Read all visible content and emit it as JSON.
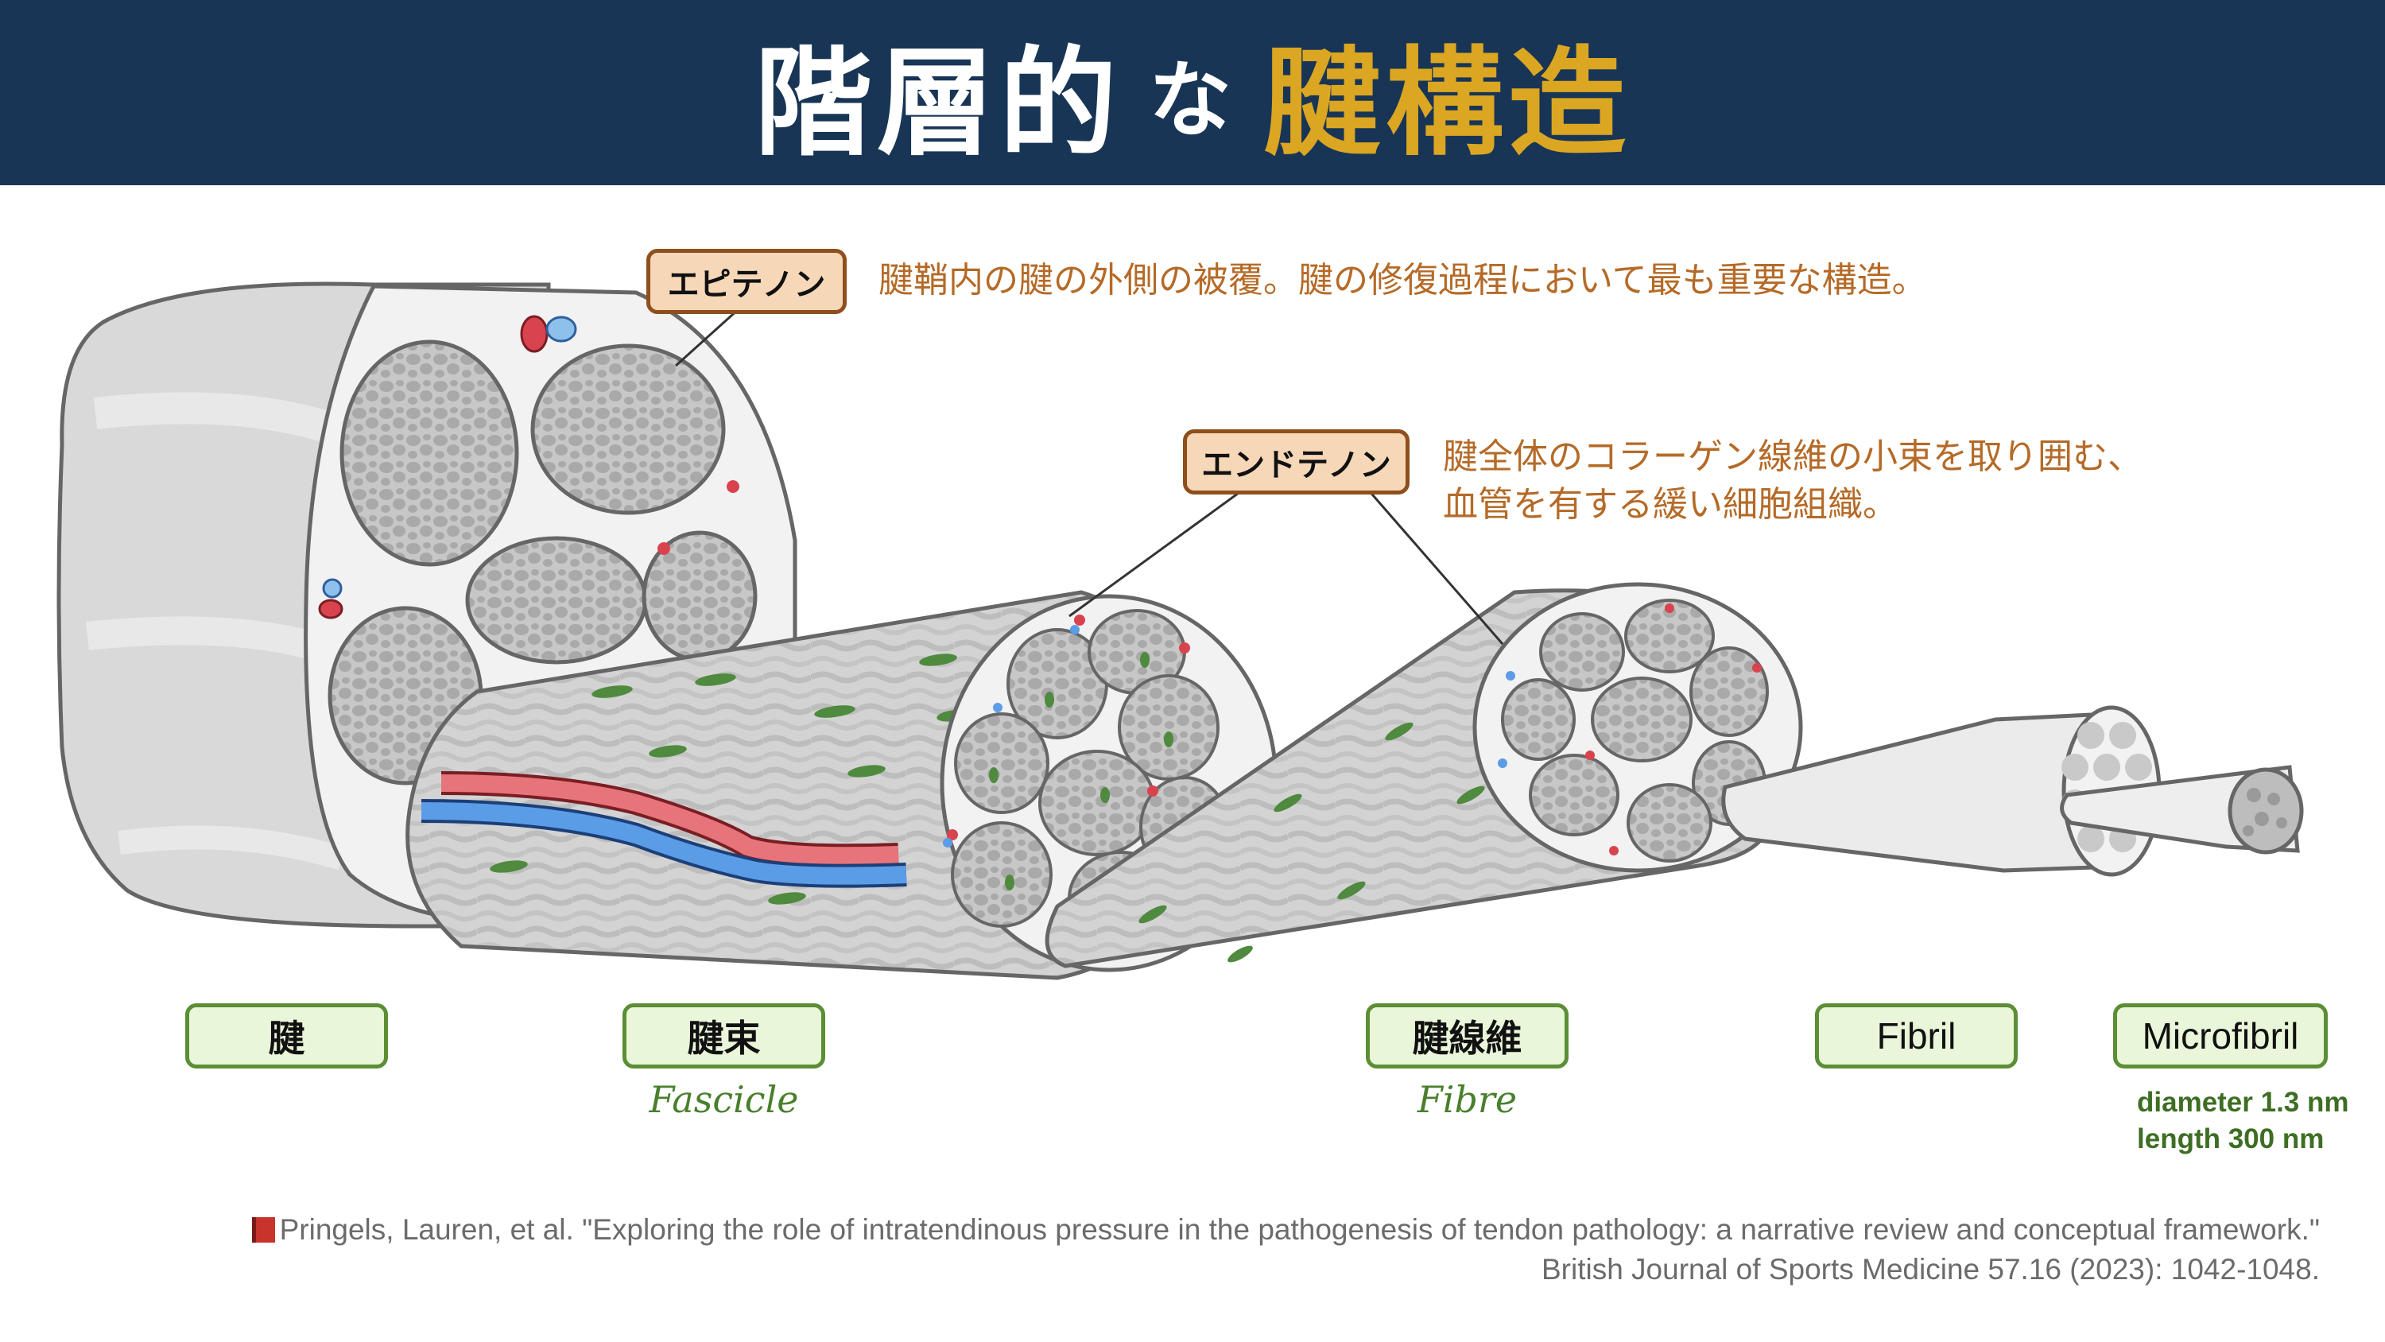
{
  "title": {
    "part1": "階層的",
    "part2": "な",
    "part3": "腱構造"
  },
  "callouts": {
    "epitenon": {
      "label": "エピテノン",
      "description": "腱鞘内の腱の外側の被覆。腱の修復過程において最も重要な構造。"
    },
    "endotenon": {
      "label": "エンドテノン",
      "description_line1": "腱全体のコラーゲン線維の小束を取り囲む、",
      "description_line2": "血管を有する緩い細胞組織。"
    }
  },
  "hierarchy": [
    {
      "label": "腱",
      "sublabel": ""
    },
    {
      "label": "腱束",
      "sublabel": "Fascicle"
    },
    {
      "label": "腱線維",
      "sublabel": "Fibre"
    },
    {
      "label": "Fibril",
      "sublabel": ""
    },
    {
      "label": "Microfibril",
      "sublabel": ""
    }
  ],
  "microfibril_dims": {
    "diameter": "diameter 1.3 nm",
    "length": "length 300 nm"
  },
  "reference": {
    "line1": "Pringels, Lauren, et al. \"Exploring the role of intratendinous pressure in the pathogenesis of tendon pathology: a narrative review and conceptual framework.\"",
    "line2": "British Journal of Sports Medicine 57.16 (2023): 1042-1048."
  },
  "colors": {
    "header_bg": "#183556",
    "title_accent": "#dba622",
    "callout_border": "#8e4f1d",
    "callout_fill": "#f6d7b8",
    "description_text": "#b56a27",
    "label_border": "#5c8e35",
    "label_fill": "#e9f6d9",
    "artery": "#d9434e",
    "vein": "#3f7fd6",
    "tissue_grey": "#d6d6d6",
    "cell_green": "#3f7a35"
  }
}
